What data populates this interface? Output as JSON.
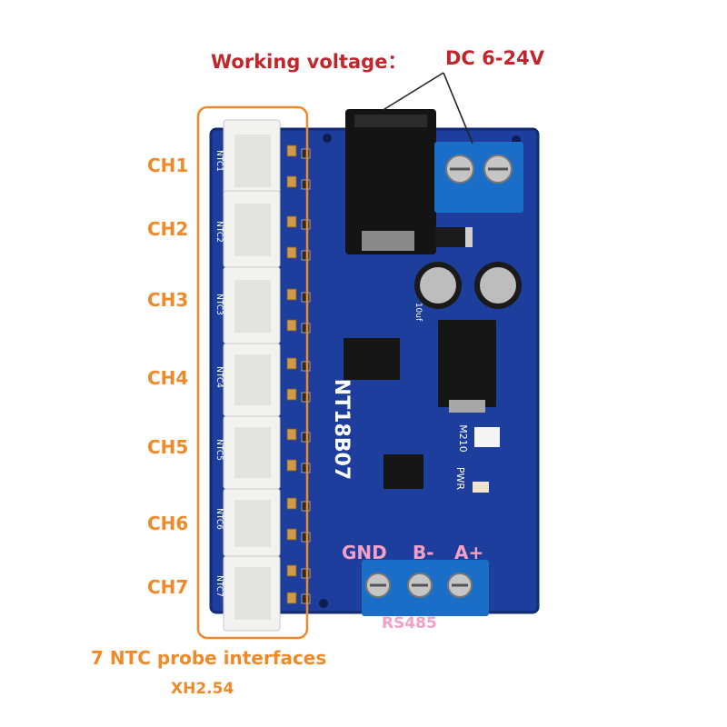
{
  "header": {
    "voltage_label": "Working voltage：",
    "voltage_value": "DC 6-24V"
  },
  "channels": [
    {
      "label": "CH1",
      "connector": "NTC1"
    },
    {
      "label": "CH2",
      "connector": "NTC2"
    },
    {
      "label": "CH3",
      "connector": "NTC3"
    },
    {
      "label": "CH4",
      "connector": "NTC4"
    },
    {
      "label": "CH5",
      "connector": "NTC5"
    },
    {
      "label": "CH6",
      "connector": "NTC6"
    },
    {
      "label": "CH7",
      "connector": "NTC7"
    }
  ],
  "footer": {
    "probes_label": "7 NTC probe interfaces",
    "connector_type": "XH2.54"
  },
  "rs485": {
    "gnd": "GND",
    "b_minus": "B-",
    "a_plus": "A+",
    "bus_label": "RS485"
  },
  "board": {
    "model": "NT18B07",
    "pwr_silk": "PWR",
    "jumper_silk": "M210",
    "cap_silk": "10uf"
  },
  "colors": {
    "pcb": "#1d3e9c",
    "annotation_red": "#c0262c",
    "annotation_orange": "#ef8a2a",
    "rs485_pink": "#f4a0c6",
    "terminal_blue": "#1b6ec8"
  }
}
